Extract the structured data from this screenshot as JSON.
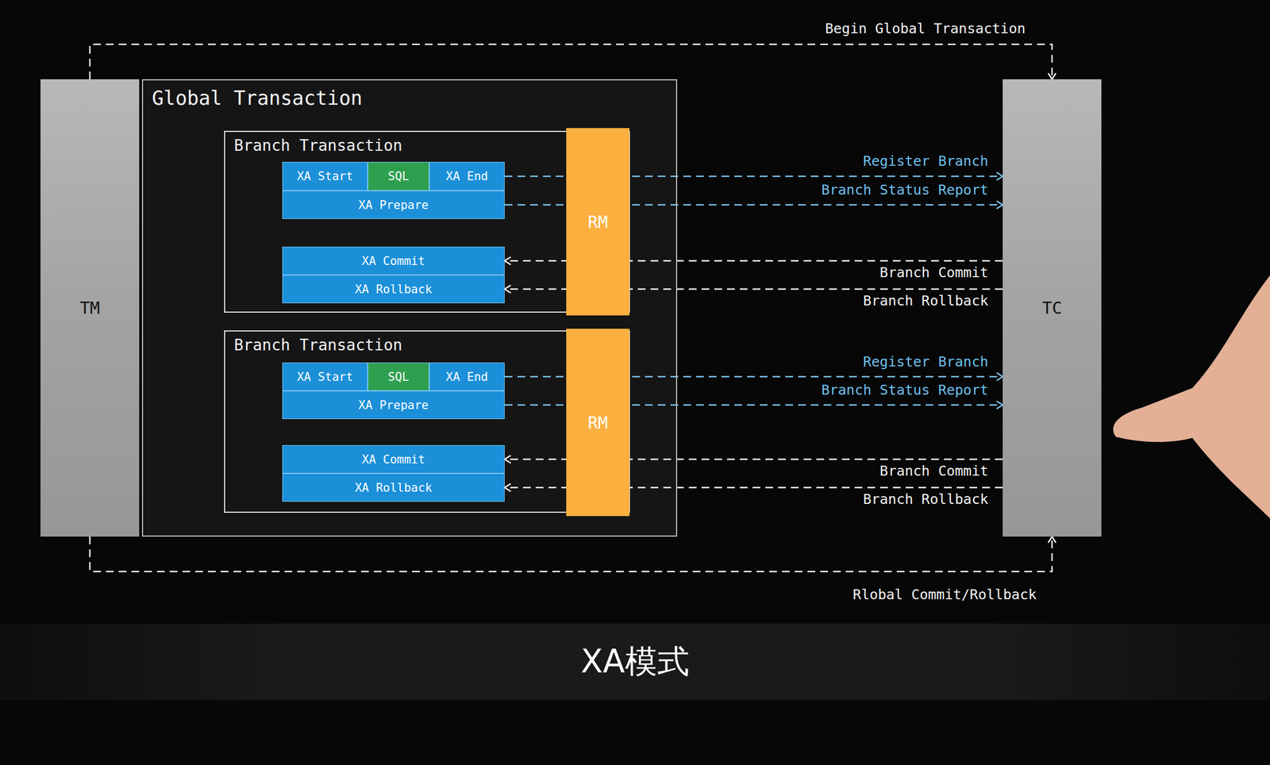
{
  "diagram": {
    "caption": "XA模式",
    "nodes": [
      {
        "text": [
          "TM"
        ]
      },
      {
        "text": [
          "Global Transaction"
        ]
      },
      {
        "text": [
          "Branch Transaction"
        ],
        "in": 1
      },
      {
        "text": [
          "XA Start"
        ],
        "in": 2
      },
      {
        "text": [
          "SQL"
        ],
        "in": 2
      },
      {
        "text": [
          "XA End"
        ],
        "in": 2
      },
      {
        "text": [
          "XA Prepare"
        ],
        "in": 2
      },
      {
        "text": [
          "XA Commit"
        ],
        "in": 2
      },
      {
        "text": [
          "XA Rollback"
        ],
        "in": 2
      },
      {
        "text": [
          "RM"
        ],
        "in": 1
      },
      {
        "text": [
          "Branch Transaction"
        ],
        "in": 1
      },
      {
        "text": [
          "XA Start"
        ],
        "in": 10
      },
      {
        "text": [
          "SQL"
        ],
        "in": 10
      },
      {
        "text": [
          "XA End"
        ],
        "in": 10
      },
      {
        "text": [
          "XA Prepare"
        ],
        "in": 10
      },
      {
        "text": [
          "XA Commit"
        ],
        "in": 10
      },
      {
        "text": [
          "XA Rollback"
        ],
        "in": 10
      },
      {
        "text": [
          "RM"
        ],
        "in": 1
      },
      {
        "text": [
          "TC"
        ]
      }
    ],
    "edges": [
      {
        "from": 0,
        "to": 18,
        "label": "Begin Global Transaction",
        "arrow": "to"
      },
      {
        "from": 5,
        "to": 18,
        "label": "Register Branch",
        "arrow": "to"
      },
      {
        "from": 6,
        "to": 18,
        "label": "Branch Status Report",
        "arrow": "to"
      },
      {
        "from": 18,
        "to": 7,
        "label": "Branch Commit",
        "arrow": "to"
      },
      {
        "from": 18,
        "to": 8,
        "label": "Branch Rollback",
        "arrow": "to"
      },
      {
        "from": 13,
        "to": 18,
        "label": "Register Branch",
        "arrow": "to"
      },
      {
        "from": 14,
        "to": 18,
        "label": "Branch Status Report",
        "arrow": "to"
      },
      {
        "from": 18,
        "to": 15,
        "label": "Branch Commit",
        "arrow": "to"
      },
      {
        "from": 18,
        "to": 16,
        "label": "Branch Rollback",
        "arrow": "to"
      },
      {
        "from": 0,
        "to": 18,
        "label": "Rlobal Commit/Rollback",
        "arrow": "to"
      }
    ]
  }
}
